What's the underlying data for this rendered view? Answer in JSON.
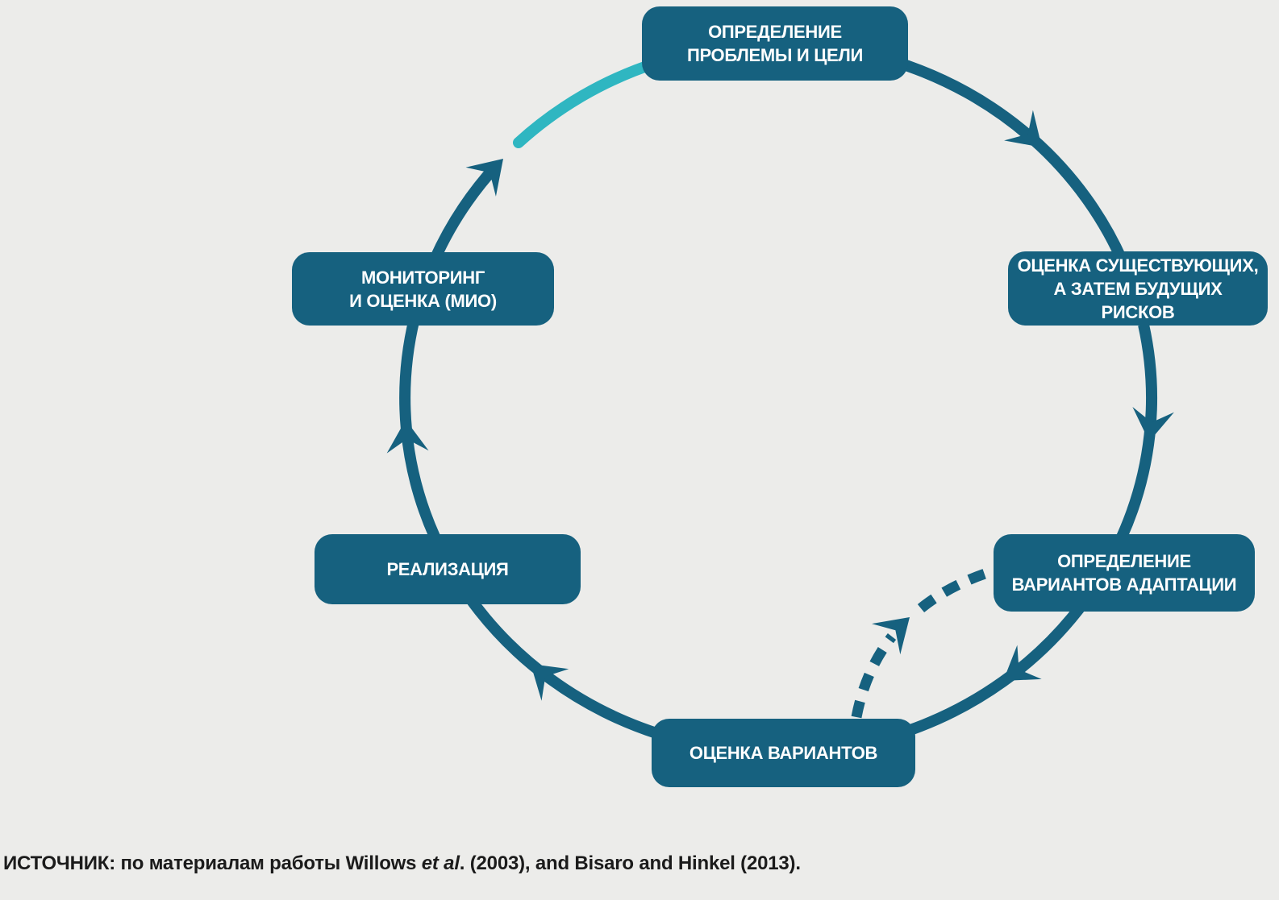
{
  "colors": {
    "background": "#ECECEA",
    "node_fill": "#16617F",
    "arrow_dark": "#16617F",
    "arrow_cyan": "#2FB6C1",
    "node_text": "#FFFFFF",
    "caption_text": "#1B1B1B"
  },
  "diagram": {
    "type": "cycle",
    "direction": "clockwise",
    "nodes": [
      {
        "id": "define-problem-goals",
        "lines": [
          "ОПРЕДЕЛЕНИЕ",
          "ПРОБЛЕМЫ И ЦЕЛИ"
        ]
      },
      {
        "id": "assess-risks",
        "lines": [
          "ОЦЕНКА СУЩЕСТВУЮЩИХ,",
          "А ЗАТЕМ БУДУЩИХ РИСКОВ"
        ]
      },
      {
        "id": "identify-adaptation-options",
        "lines": [
          "ОПРЕДЕЛЕНИЕ",
          "ВАРИАНТОВ АДАПТАЦИИ"
        ]
      },
      {
        "id": "evaluate-options",
        "lines": [
          "ОЦЕНКА ВАРИАНТОВ"
        ]
      },
      {
        "id": "implementation",
        "lines": [
          "РЕАЛИЗАЦИЯ"
        ]
      },
      {
        "id": "monitoring-evaluation",
        "lines": [
          "МОНИТОРИНГ",
          "И ОЦЕНКА (МИО)"
        ]
      }
    ],
    "edges": [
      {
        "from": "define-problem-goals",
        "to": "assess-risks",
        "style": "solid"
      },
      {
        "from": "assess-risks",
        "to": "identify-adaptation-options",
        "style": "solid"
      },
      {
        "from": "identify-adaptation-options",
        "to": "evaluate-options",
        "style": "solid"
      },
      {
        "from": "evaluate-options",
        "to": "implementation",
        "style": "solid"
      },
      {
        "from": "implementation",
        "to": "monitoring-evaluation",
        "style": "solid"
      },
      {
        "from": "monitoring-evaluation",
        "to": "define-problem-goals",
        "style": "solid-cyan"
      },
      {
        "from": "evaluate-options",
        "to": "identify-adaptation-options",
        "style": "dashed"
      }
    ]
  },
  "caption": {
    "text_before_italic": "ИСТОЧНИК: по материалам работы Willows ",
    "italic": "et al",
    "text_after_italic": ". (2003), and Bisaro and Hinkel (2013)."
  }
}
